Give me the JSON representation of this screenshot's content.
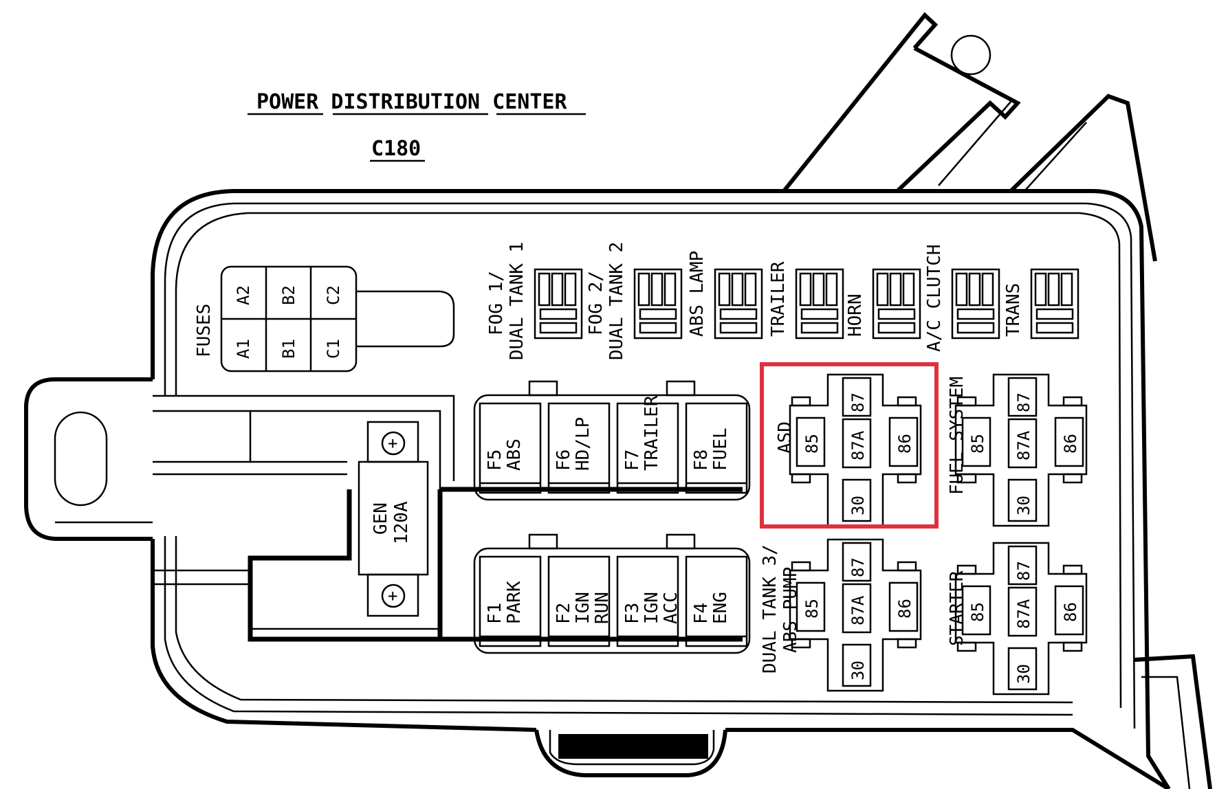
{
  "header": {
    "title": "POWER DISTRIBUTION CENTER",
    "connector": "C180"
  },
  "fuse_block": {
    "label": "FUSES",
    "cells_top": [
      "A2",
      "B2",
      "C2"
    ],
    "cells_bottom": [
      "A1",
      "B1",
      "C1"
    ]
  },
  "mini_relays": [
    {
      "line1": "FOG 1/",
      "line2": "DUAL TANK 1"
    },
    {
      "line1": "FOG 2/",
      "line2": "DUAL TANK 2"
    },
    {
      "line1": "ABS LAMP",
      "line2": ""
    },
    {
      "line1": "TRAILER",
      "line2": ""
    },
    {
      "line1": "HORN",
      "line2": ""
    },
    {
      "line1": "A/C CLUTCH",
      "line2": ""
    },
    {
      "line1": "TRANS",
      "line2": ""
    }
  ],
  "upper_fuses": [
    {
      "id": "F5",
      "name": "ABS"
    },
    {
      "id": "F6",
      "name": "HD/LP"
    },
    {
      "id": "F7",
      "name": "TRAILER"
    },
    {
      "id": "F8",
      "name": "FUEL"
    }
  ],
  "lower_fuses": [
    {
      "id": "F1",
      "name": "PARK"
    },
    {
      "id": "F2",
      "name": "IGN\nRUN"
    },
    {
      "id": "F3",
      "name": "IGN\nACC"
    },
    {
      "id": "F4",
      "name": "ENG"
    }
  ],
  "gen_fuse": {
    "line1": "GEN",
    "line2": "120A",
    "terminal": "+"
  },
  "relays": [
    {
      "name": "ASD",
      "highlighted": true
    },
    {
      "name": "FUEL SYSTEM",
      "highlighted": false
    },
    {
      "name": "DUAL TANK 3/",
      "name2": "ABS PUMP",
      "highlighted": false
    },
    {
      "name": "STARTER",
      "highlighted": false
    }
  ],
  "relay_pins": {
    "p85": "85",
    "p86": "86",
    "p87": "87",
    "p87a": "87A",
    "p30": "30"
  },
  "colors": {
    "highlight": "#e0313f",
    "line": "#000000",
    "background": "#ffffff"
  }
}
